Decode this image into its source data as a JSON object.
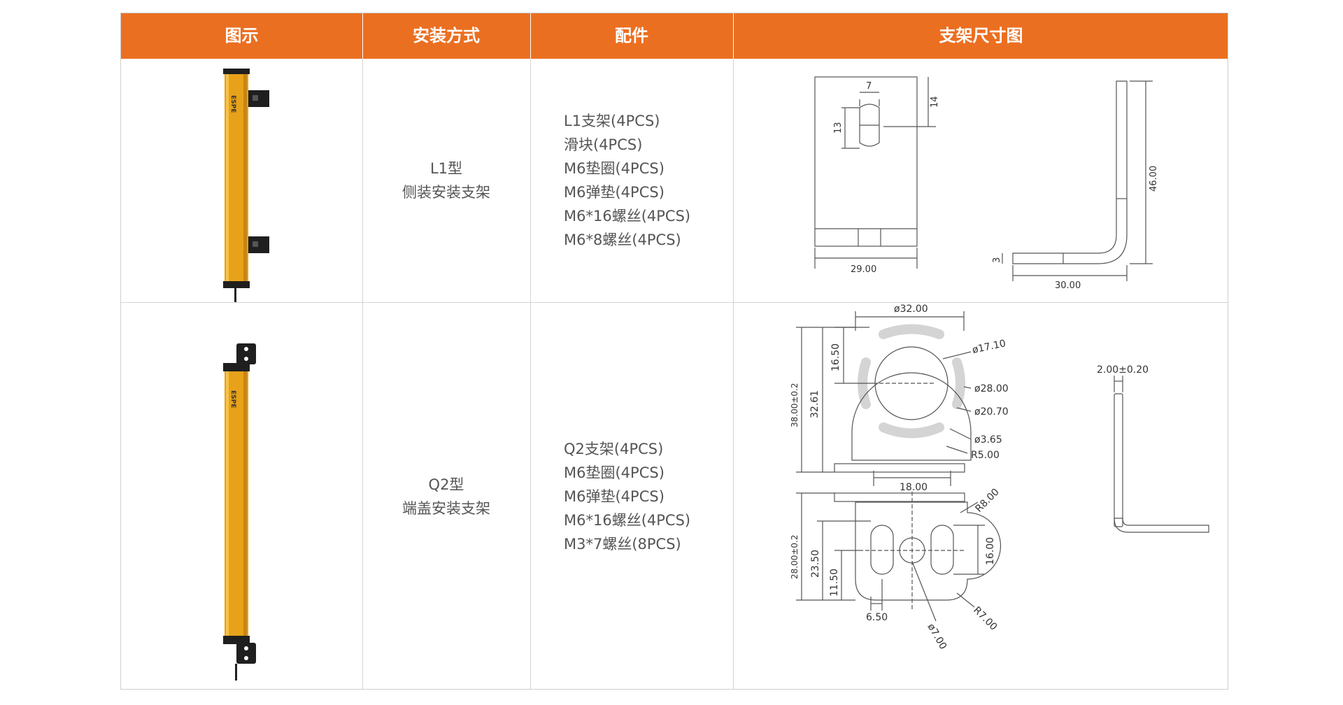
{
  "headers": [
    "图示",
    "安装方式",
    "配件",
    "支架尺寸图"
  ],
  "colors": {
    "header_bg": "#EB6F21",
    "header_text": "#ffffff",
    "grid": "#d4d4d4",
    "sensor_body": "#E8A21A"
  },
  "rows": [
    {
      "brand": "ESPE",
      "mount_model": "L1型",
      "mount_desc": "侧装安装支架",
      "parts": [
        "L1支架(4PCS)",
        "滑块(4PCS)",
        "M6垫圈(4PCS)",
        "M6弹垫(4PCS)",
        "M6*16螺丝(4PCS)",
        "M6*8螺丝(4PCS)"
      ],
      "dims": {
        "d7": "7",
        "d14": "14",
        "d13": "13",
        "d29": "29.00",
        "d46": "46.00",
        "d3": "3",
        "d30": "30.00"
      }
    },
    {
      "brand": "ESPE",
      "mount_model": "Q2型",
      "mount_desc": "端盖安装支架",
      "parts": [
        "Q2支架(4PCS)",
        "M6垫圈(4PCS)",
        "M6弹垫(4PCS)",
        "M6*16螺丝(4PCS)",
        "M3*7螺丝(8PCS)"
      ],
      "dims": {
        "d32": "ø32.00",
        "d1650": "16.50",
        "d3261": "32.61",
        "d38": "38.00±0.2",
        "d1710": "ø17.10",
        "d28": "ø28.00",
        "d2070": "ø20.70",
        "d365": "ø3.65",
        "r5": "R5.00",
        "d18": "18.00",
        "t2": "2.00±0.20",
        "r8": "R8.00",
        "d28b": "28.00±0.2",
        "d2350": "23.50",
        "d1150": "11.50",
        "d16": "16.00",
        "d650": "6.50",
        "d7": "ø7.00",
        "r7": "R7.00"
      }
    }
  ]
}
